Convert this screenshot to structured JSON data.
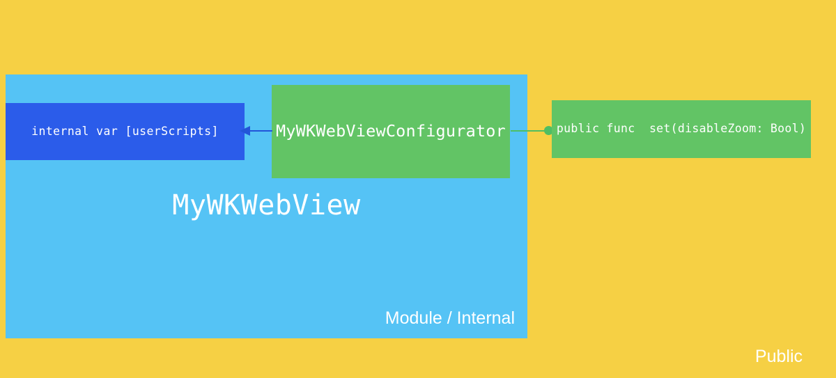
{
  "diagram": {
    "background_color": "#f6d044",
    "module": {
      "container_color": "#55c3f5",
      "title": "MyWKWebView",
      "scope_label": "Module / Internal",
      "internal_var": {
        "label": "internal var [userScripts]",
        "color": "#2b5cea"
      },
      "configurator": {
        "label": "MyWKWebViewConfigurator",
        "color": "#62c465"
      }
    },
    "public_api": {
      "scope_label": "Public",
      "method": {
        "label": "public func  set(disableZoom: Bool)",
        "color": "#62c465"
      }
    },
    "connectors": {
      "configurator_to_internal_var": {
        "style": "arrow",
        "direction": "left",
        "color": "#2255d8"
      },
      "configurator_to_public_func": {
        "style": "line-with-dot",
        "direction": "right",
        "color": "#4fbe63"
      }
    }
  }
}
